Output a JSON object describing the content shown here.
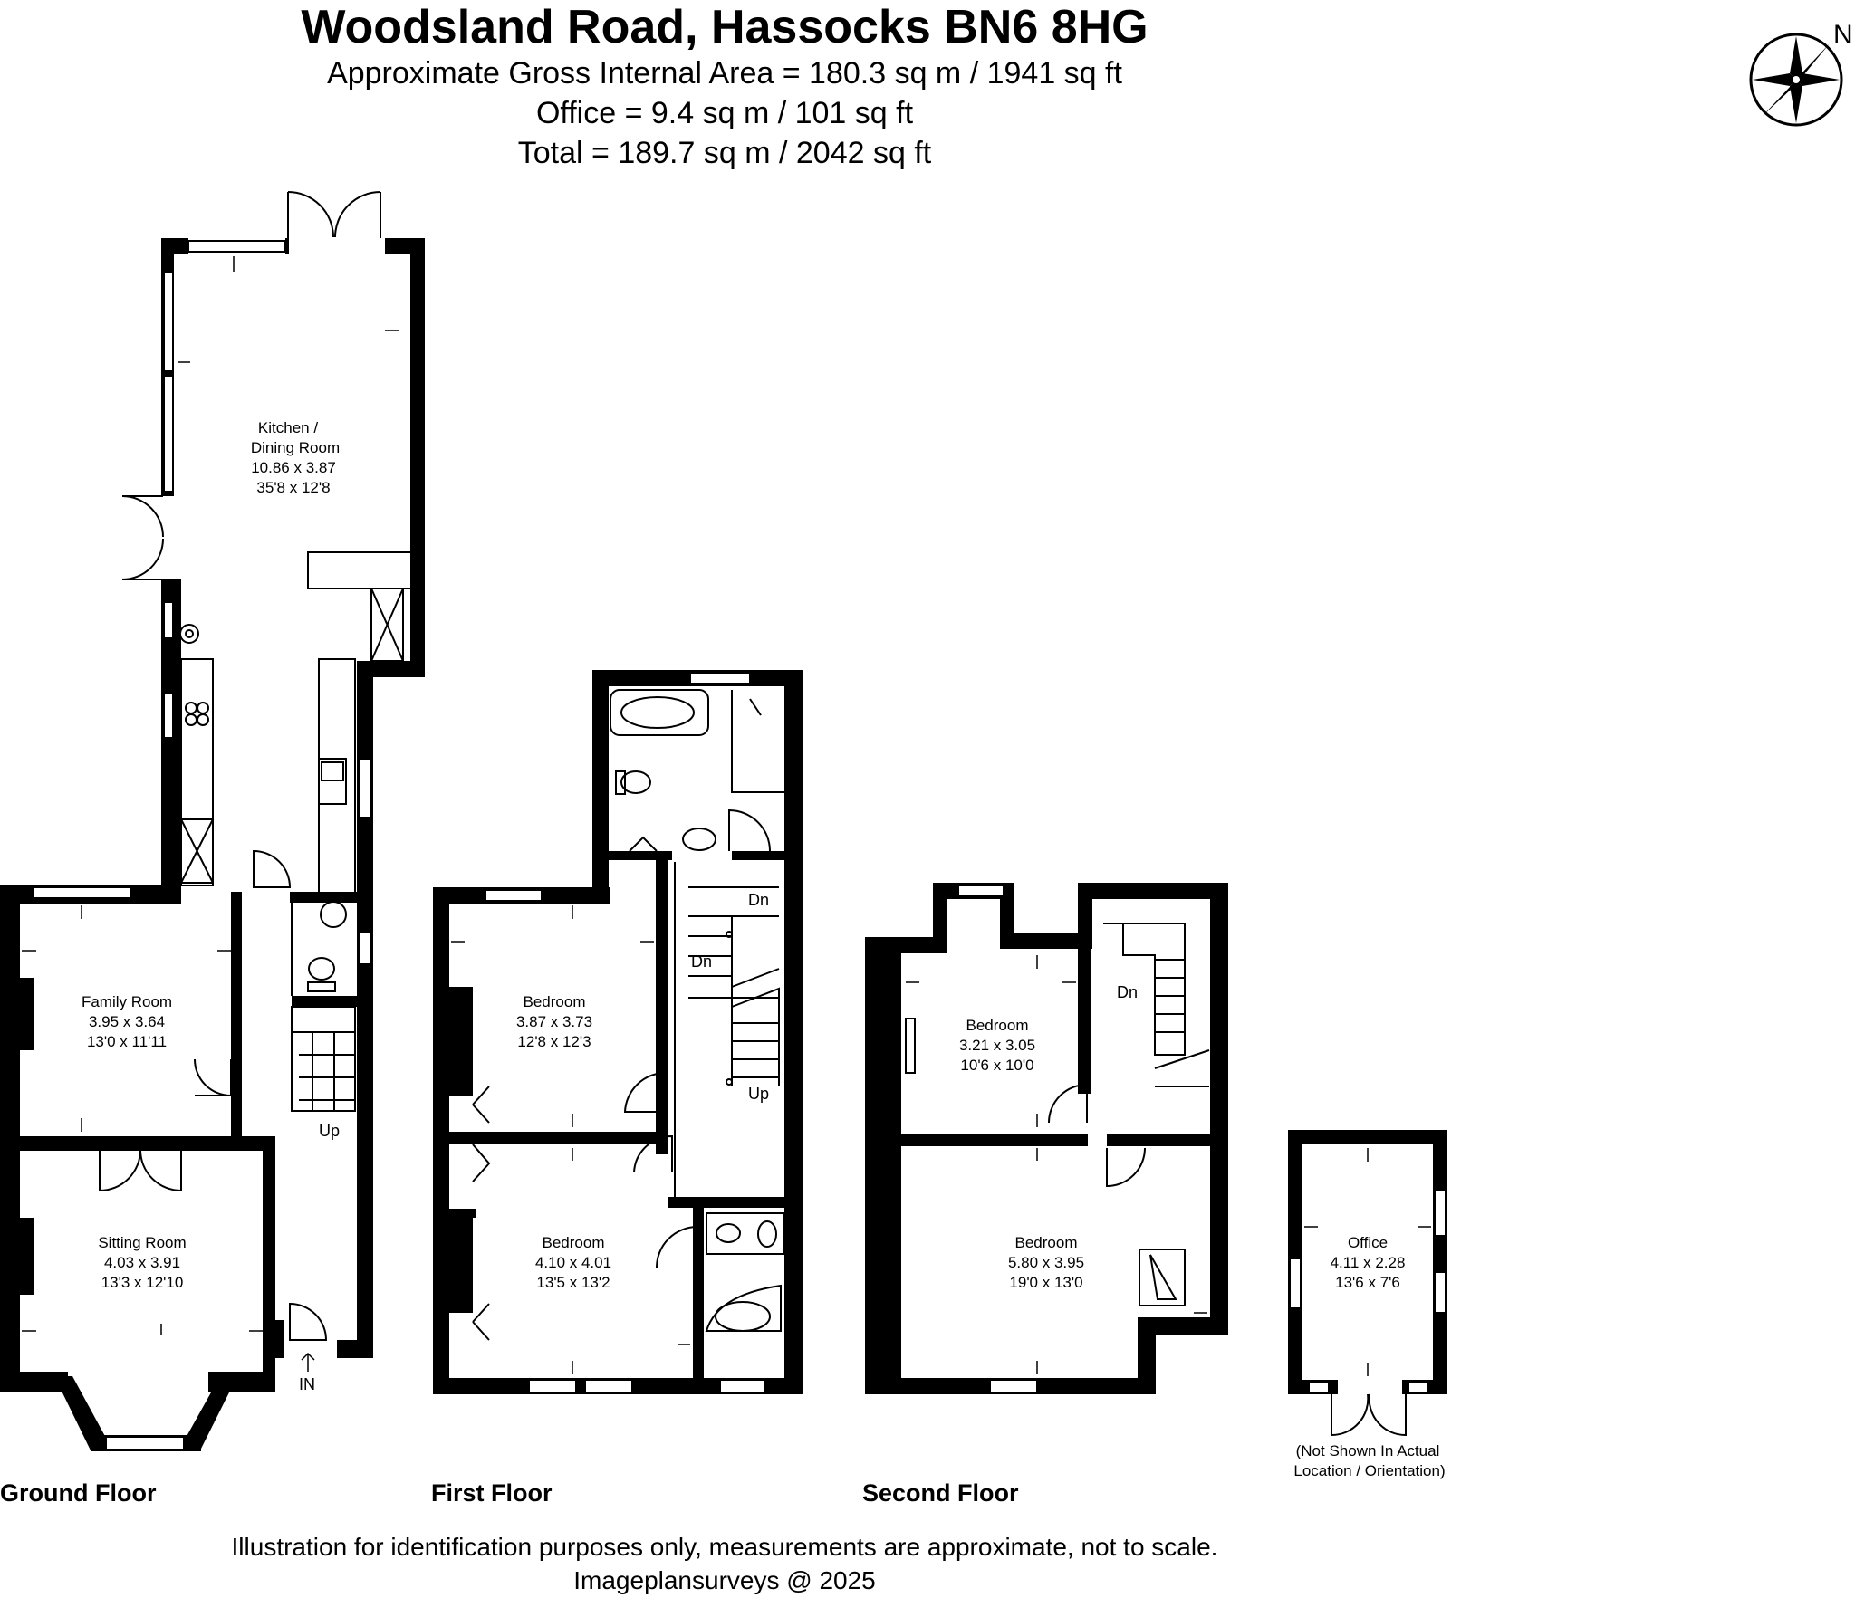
{
  "header": {
    "title": "Woodsland Road, Hassocks BN6 8HG",
    "gross_area": "Approximate Gross Internal Area = 180.3 sq m / 1941 sq ft",
    "office_area": "Office = 9.4 sq m / 101 sq ft",
    "total_area": "Total = 189.7 sq m / 2042 sq ft"
  },
  "compass": {
    "label": "N"
  },
  "floors": {
    "ground": "Ground Floor",
    "first": "First Floor",
    "second": "Second Floor"
  },
  "rooms": {
    "kitchen": {
      "name1": "Kitchen /",
      "name2": "Dining Room",
      "metric": "10.86 x 3.87",
      "imperial": "35'8 x 12'8"
    },
    "family": {
      "name": "Family Room",
      "metric": "3.95 x 3.64",
      "imperial": "13'0 x 11'11"
    },
    "sitting": {
      "name": "Sitting Room",
      "metric": "4.03 x 3.91",
      "imperial": "13'3 x 12'10"
    },
    "bed1": {
      "name": "Bedroom",
      "metric": "3.87 x 3.73",
      "imperial": "12'8 x 12'3"
    },
    "bed2": {
      "name": "Bedroom",
      "metric": "4.10 x 4.01",
      "imperial": "13'5 x 13'2"
    },
    "bed3": {
      "name": "Bedroom",
      "metric": "3.21 x 3.05",
      "imperial": "10'6 x 10'0"
    },
    "bed4": {
      "name": "Bedroom",
      "metric": "5.80 x 3.95",
      "imperial": "19'0 x 13'0"
    },
    "office": {
      "name": "Office",
      "metric": "4.11 x 2.28",
      "imperial": "13'6 x 7'6"
    }
  },
  "stairs": {
    "ground_up": "Up",
    "entrance": "IN",
    "first_dn_top": "Dn",
    "first_dn_left": "Dn",
    "first_up": "Up",
    "second_dn": "Dn"
  },
  "office_note": {
    "line1": "(Not Shown In Actual",
    "line2": "Location / Orientation)"
  },
  "footer": {
    "disclaimer": "Illustration for identification purposes only, measurements are approximate, not to scale.",
    "credit": "Imageplansurveys @ 2025"
  }
}
